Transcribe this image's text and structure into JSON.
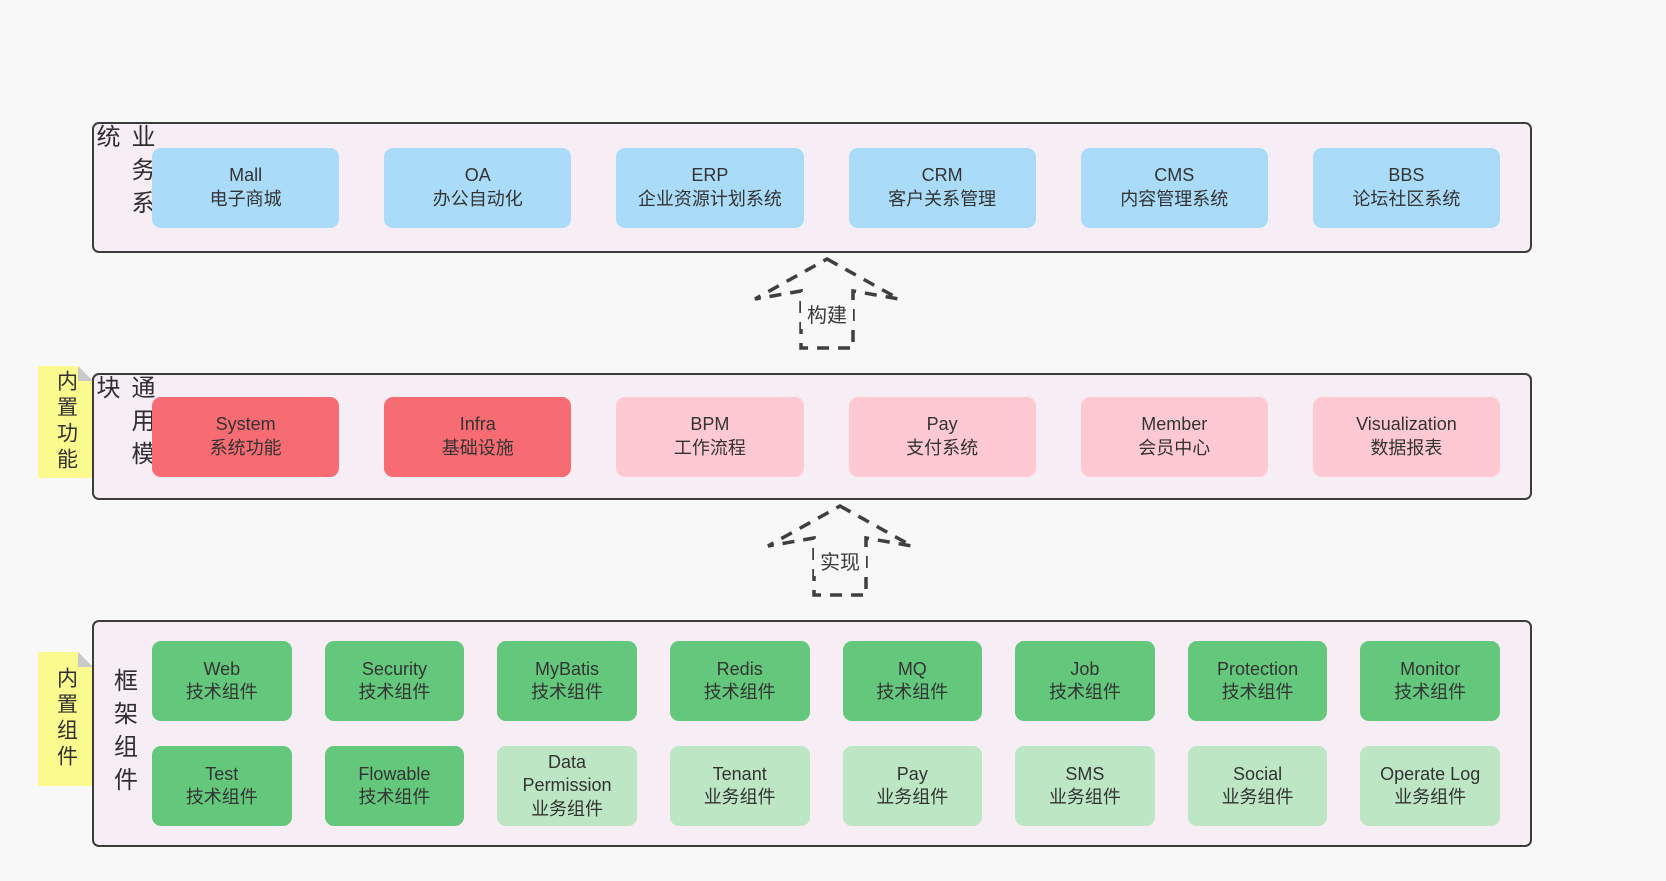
{
  "colors": {
    "page_bg": "#f8f8f8",
    "band_bg": "#f7edf5",
    "band_border": "#3c3c3c",
    "blue": "#aadcfa",
    "red": "#f76b73",
    "pink": "#ffc9d3",
    "green": "#64c87c",
    "light_green": "#bce6c4",
    "note_yellow": "#fafa8e",
    "fold_gray": "#c9c9c9",
    "text": "#333333"
  },
  "bands": [
    {
      "id": "band-business",
      "label": "业务系统",
      "note": null,
      "rows": [
        [
          {
            "name": "Mall",
            "desc": "电子商城",
            "variant": "blue"
          },
          {
            "name": "OA",
            "desc": "办公自动化",
            "variant": "blue"
          },
          {
            "name": "ERP",
            "desc": "企业资源计划系统",
            "variant": "blue"
          },
          {
            "name": "CRM",
            "desc": "客户关系管理",
            "variant": "blue"
          },
          {
            "name": "CMS",
            "desc": "内容管理系统",
            "variant": "blue"
          },
          {
            "name": "BBS",
            "desc": "论坛社区系统",
            "variant": "blue"
          }
        ]
      ]
    },
    {
      "id": "band-modules",
      "label": "通用模块",
      "note": "内置功能",
      "rows": [
        [
          {
            "name": "System",
            "desc": "系统功能",
            "variant": "red"
          },
          {
            "name": "Infra",
            "desc": "基础设施",
            "variant": "red"
          },
          {
            "name": "BPM",
            "desc": "工作流程",
            "variant": "pink"
          },
          {
            "name": "Pay",
            "desc": "支付系统",
            "variant": "pink"
          },
          {
            "name": "Member",
            "desc": "会员中心",
            "variant": "pink"
          },
          {
            "name": "Visualization",
            "desc": "数据报表",
            "variant": "pink"
          }
        ]
      ]
    },
    {
      "id": "band-components",
      "label": "框架组件",
      "note": "内置组件",
      "rows": [
        [
          {
            "name": "Web",
            "desc": "技术组件",
            "variant": "green"
          },
          {
            "name": "Security",
            "desc": "技术组件",
            "variant": "green"
          },
          {
            "name": "MyBatis",
            "desc": "技术组件",
            "variant": "green"
          },
          {
            "name": "Redis",
            "desc": "技术组件",
            "variant": "green"
          },
          {
            "name": "MQ",
            "desc": "技术组件",
            "variant": "green"
          },
          {
            "name": "Job",
            "desc": "技术组件",
            "variant": "green"
          },
          {
            "name": "Protection",
            "desc": "技术组件",
            "variant": "green"
          },
          {
            "name": "Monitor",
            "desc": "技术组件",
            "variant": "green"
          }
        ],
        [
          {
            "name": "Test",
            "desc": "技术组件",
            "variant": "green"
          },
          {
            "name": "Flowable",
            "desc": "技术组件",
            "variant": "green"
          },
          {
            "name": "Data Permission",
            "desc": "业务组件",
            "variant": "light-green"
          },
          {
            "name": "Tenant",
            "desc": "业务组件",
            "variant": "light-green"
          },
          {
            "name": "Pay",
            "desc": "业务组件",
            "variant": "light-green"
          },
          {
            "name": "SMS",
            "desc": "业务组件",
            "variant": "light-green"
          },
          {
            "name": "Social",
            "desc": "业务组件",
            "variant": "light-green"
          },
          {
            "name": "Operate Log",
            "desc": "业务组件",
            "variant": "light-green"
          }
        ]
      ]
    }
  ],
  "arrows": [
    {
      "id": "arrow-build",
      "label": "构建"
    },
    {
      "id": "arrow-implement",
      "label": "实现"
    }
  ]
}
